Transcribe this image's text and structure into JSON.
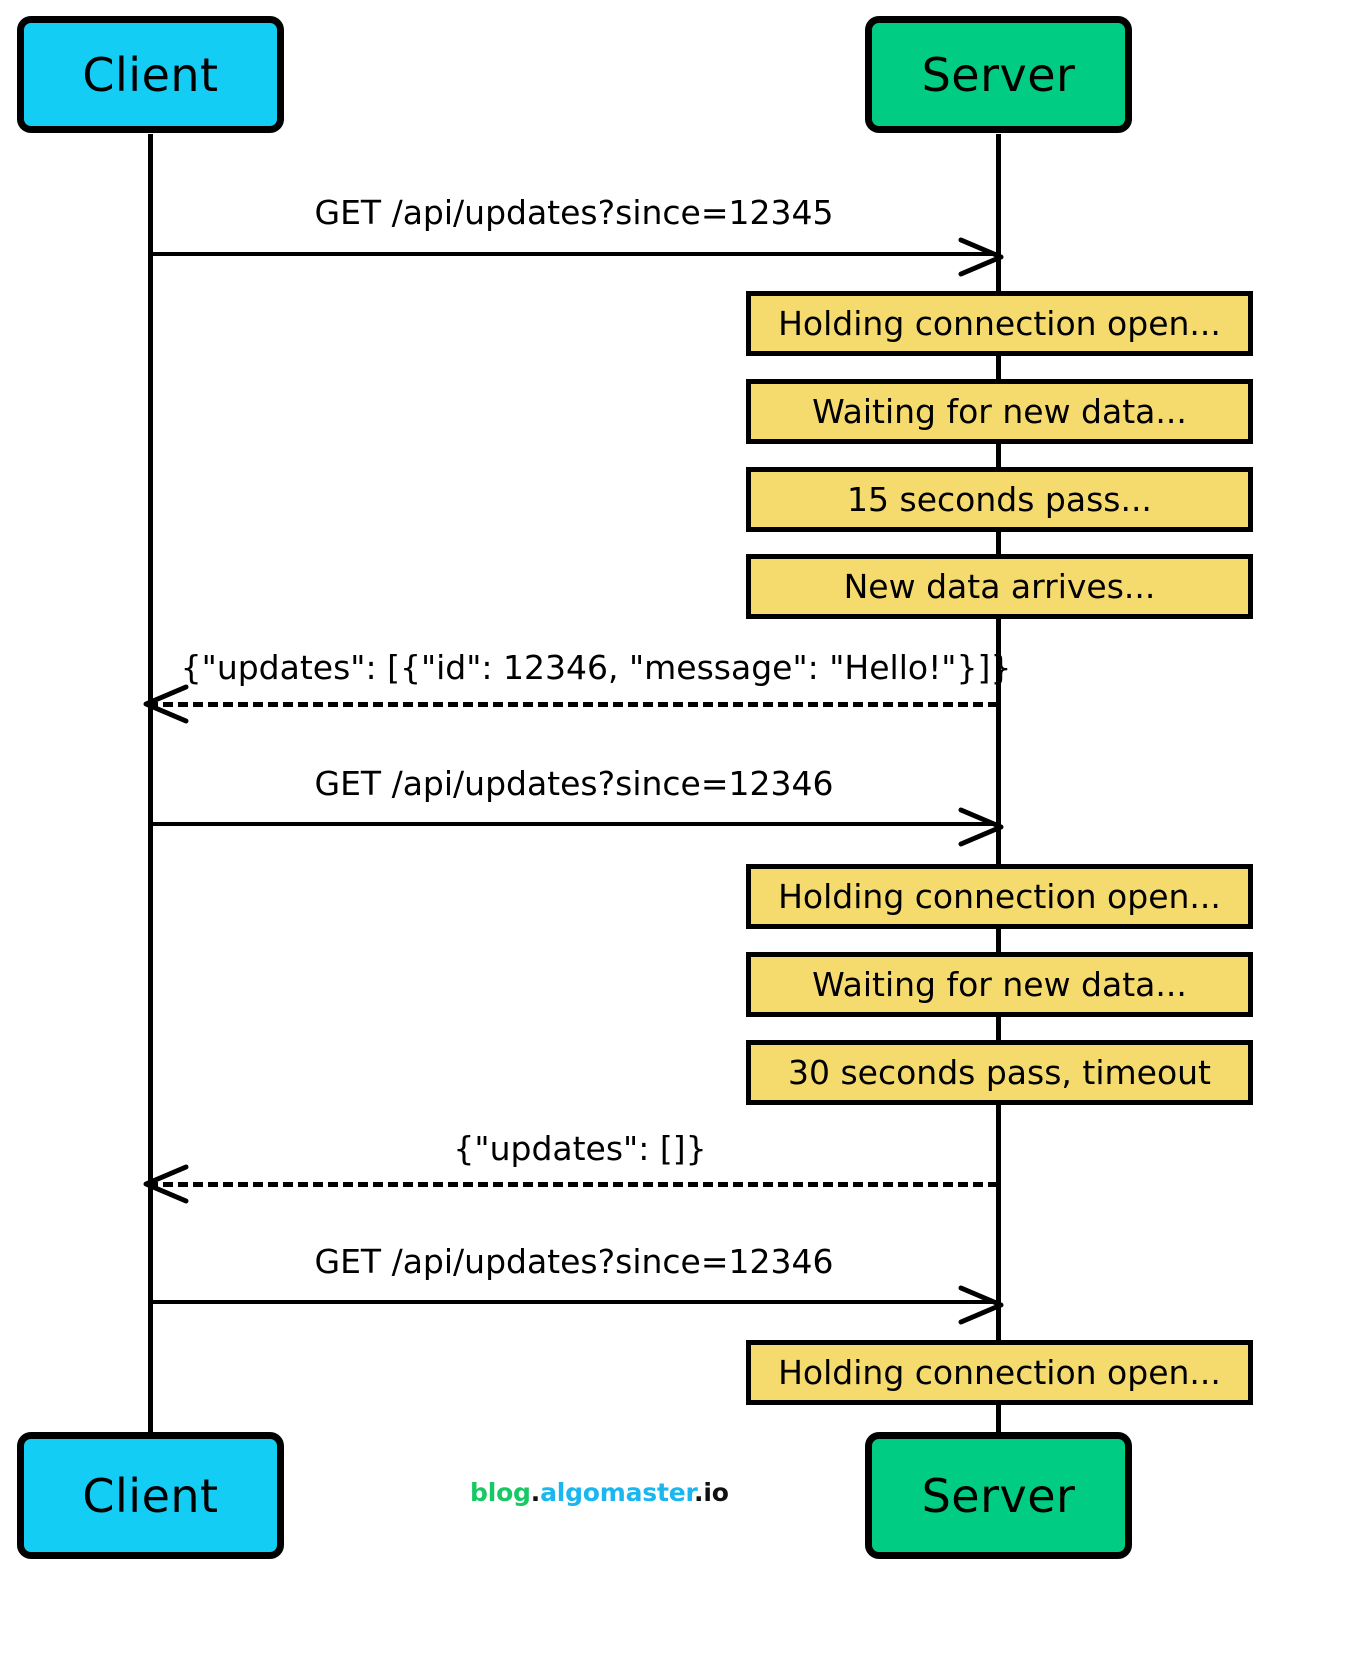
{
  "diagram": {
    "type": "sequence-diagram",
    "title": "HTTP Long Polling sequence",
    "colors": {
      "client_fill": "#14cdf5",
      "server_fill": "#00cc83",
      "note_fill": "#f5da6e",
      "stroke": "#000000",
      "brand_green": "#17c964",
      "brand_blue": "#19b6f0"
    }
  },
  "participants": {
    "client": {
      "label": "Client"
    },
    "server": {
      "label": "Server"
    }
  },
  "messages": [
    {
      "id": "req1",
      "label": "GET /api/updates?since=12345",
      "from": "client",
      "to": "server",
      "style": "solid"
    },
    {
      "id": "res1",
      "label": "{\"updates\": [{\"id\": 12346, \"message\": \"Hello!\"}]}",
      "from": "server",
      "to": "client",
      "style": "dashed"
    },
    {
      "id": "req2",
      "label": "GET /api/updates?since=12346",
      "from": "client",
      "to": "server",
      "style": "solid"
    },
    {
      "id": "res2",
      "label": "{\"updates\": []}",
      "from": "server",
      "to": "client",
      "style": "dashed"
    },
    {
      "id": "req3",
      "label": "GET /api/updates?since=12346",
      "from": "client",
      "to": "server",
      "style": "solid"
    }
  ],
  "notes": [
    {
      "id": "n1",
      "text": "Holding connection open..."
    },
    {
      "id": "n2",
      "text": "Waiting for new data..."
    },
    {
      "id": "n3",
      "text": "15 seconds pass..."
    },
    {
      "id": "n4",
      "text": "New data arrives..."
    },
    {
      "id": "n5",
      "text": "Holding connection open..."
    },
    {
      "id": "n6",
      "text": "Waiting for new data..."
    },
    {
      "id": "n7",
      "text": "30 seconds pass, timeout"
    },
    {
      "id": "n8",
      "text": "Holding connection open..."
    }
  ],
  "branding": {
    "blog": "blog",
    "dot1": ".",
    "algomaster": "algomaster",
    "io": ".io"
  }
}
